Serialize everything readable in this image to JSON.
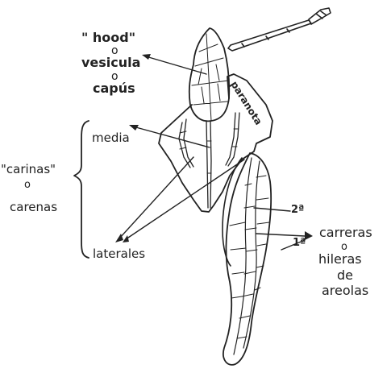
{
  "labels": {
    "hood": "\" hood\"",
    "hood_o": "o",
    "vesicula": "vesicula",
    "vesicula_o": "o",
    "capus": "capús",
    "paranota": "paranota",
    "media": "media",
    "carinas": "\"carinas\"",
    "carinas_o": "o",
    "carenas": "carenas",
    "laterales": "laterales",
    "segunda": "2ª",
    "primera": "1ª",
    "carreras": "carreras",
    "carreras_o": "o",
    "hileras": "hileras",
    "de": "de",
    "areolas": "areolas"
  }
}
